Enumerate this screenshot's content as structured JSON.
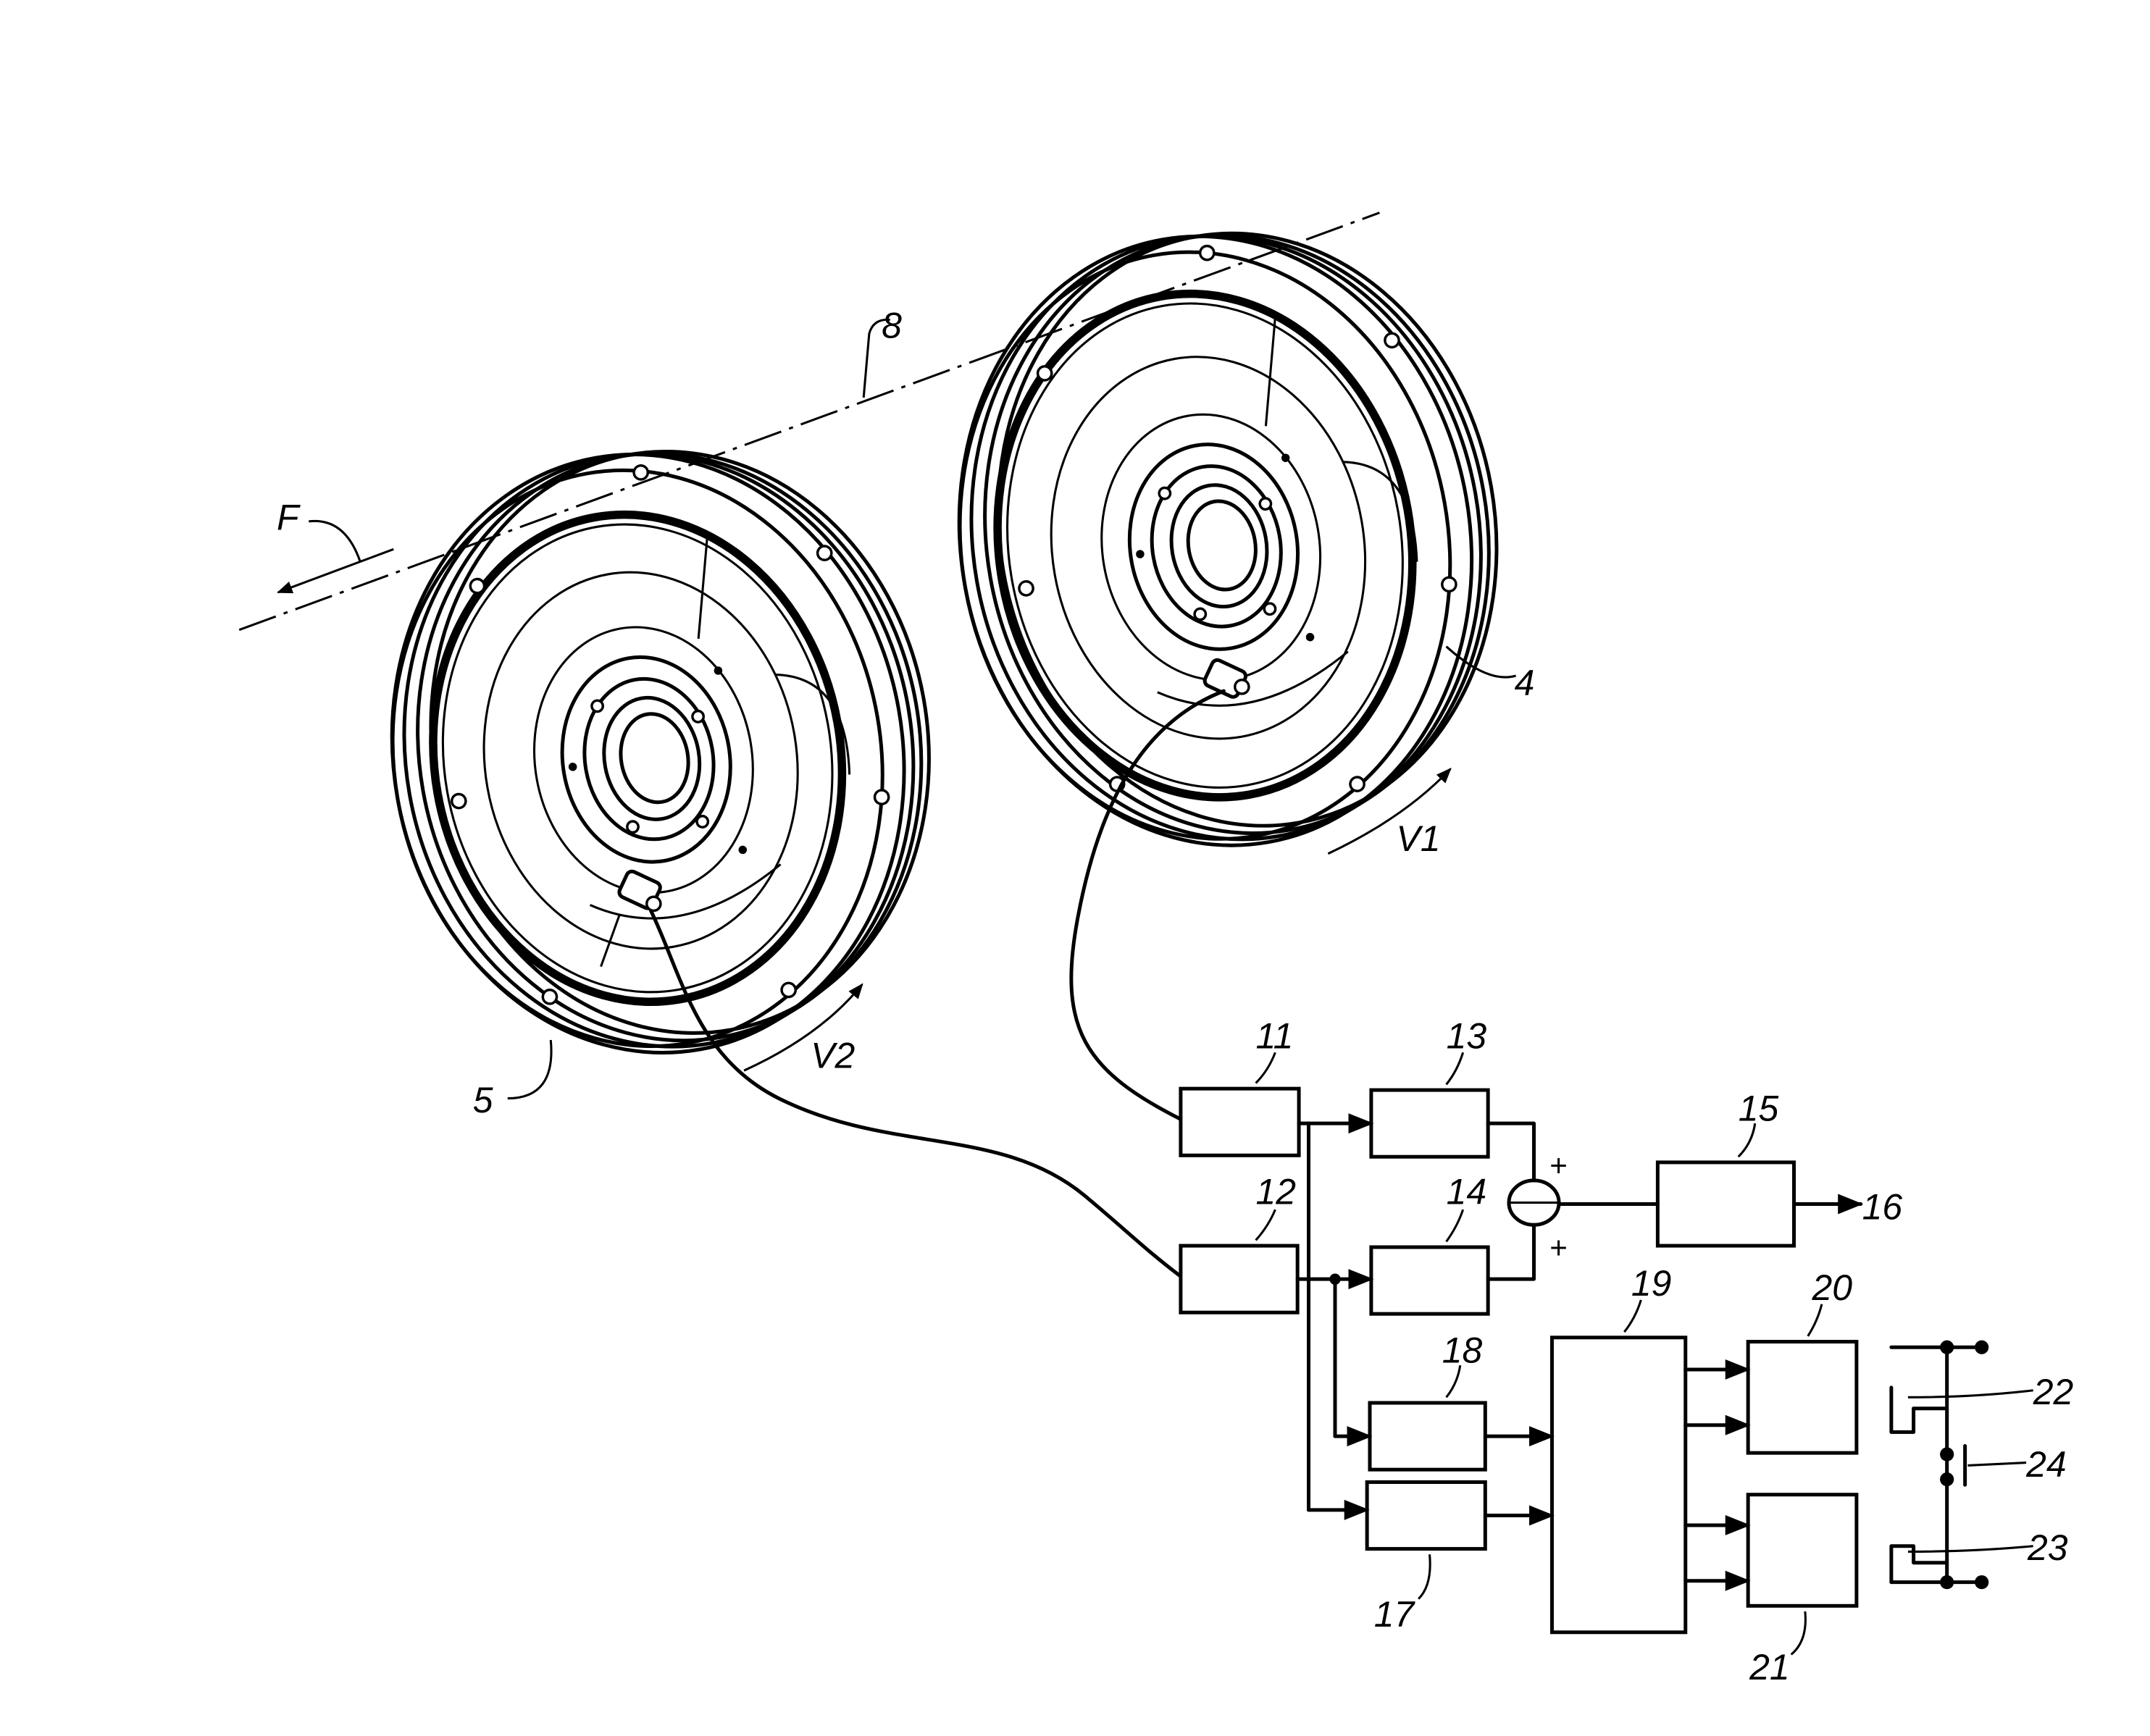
{
  "labels": {
    "axis": "8",
    "direction": "F",
    "wheel_right": "4",
    "wheel_left": "5",
    "speed_right": "V1",
    "speed_left": "V2",
    "b11": "11",
    "b12": "12",
    "b13": "13",
    "b14": "14",
    "b15": "15",
    "out16": "16",
    "b17": "17",
    "b18": "18",
    "b19": "19",
    "b20": "20",
    "b21": "21",
    "sw22": "22",
    "pt24": "24",
    "sw23": "23",
    "plus_top": "+",
    "plus_bottom": "+"
  }
}
